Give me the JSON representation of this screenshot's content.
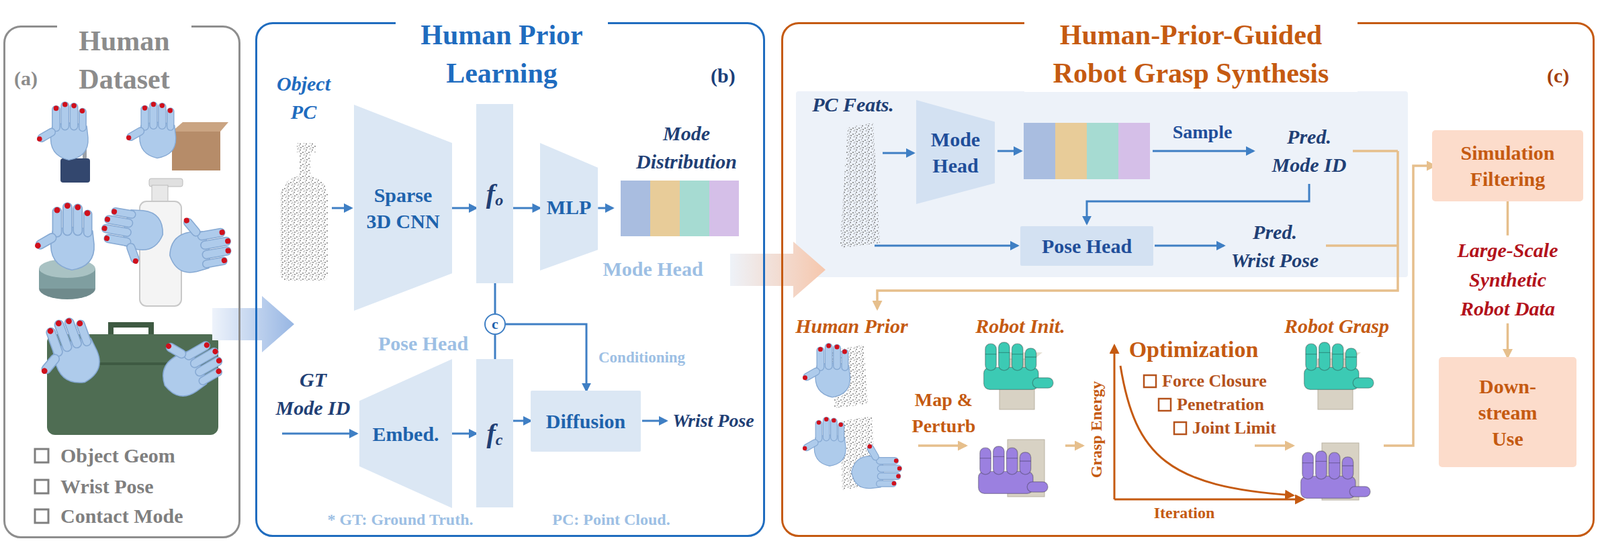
{
  "diagram": {
    "nodes": [
      {
        "text": [
          "Human Dataset",
          "(a)"
        ]
      },
      {
        "text": [
          "Human Prior Learning",
          "(b)"
        ]
      },
      {
        "text": [
          "Sparse 3D CNN"
        ],
        "in": 1
      },
      {
        "text": [
          "f",
          "o"
        ],
        "in": 1
      },
      {
        "text": [
          "MLP"
        ],
        "in": 1
      },
      {
        "text": [
          "Mode Distribution"
        ],
        "in": 1
      },
      {
        "text": [
          "Embed."
        ],
        "in": 1
      },
      {
        "text": [
          "f",
          "c"
        ],
        "in": 1
      },
      {
        "text": [
          "c"
        ],
        "in": 1
      },
      {
        "text": [
          "Diffusion"
        ],
        "in": 1
      },
      {
        "text": [
          "Human-Prior-Guided Robot Grasp Synthesis",
          "(c)"
        ]
      },
      {
        "text": [
          "Mode Head"
        ],
        "in": 10
      },
      {
        "text": [
          "Pose Head"
        ],
        "in": 10
      },
      {
        "text": [
          "Simulation Filtering"
        ],
        "in": 10
      },
      {
        "text": [
          "Down-stream Use"
        ],
        "in": 10
      }
    ],
    "edges": [
      {
        "from": 0,
        "to": 1,
        "arrow": "to"
      },
      {
        "from": 2,
        "to": 3,
        "arrow": "to"
      },
      {
        "from": 3,
        "to": 4,
        "arrow": "to"
      },
      {
        "from": 4,
        "to": 5,
        "arrow": "to"
      },
      {
        "from": 6,
        "to": 7,
        "arrow": "to"
      },
      {
        "from": 3,
        "to": 8,
        "arrow": "none"
      },
      {
        "from": 7,
        "to": 8,
        "arrow": "none"
      },
      {
        "from": 8,
        "to": 9,
        "label": "Conditioning",
        "arrow": "to"
      },
      {
        "from": 7,
        "to": 9,
        "arrow": "to"
      },
      {
        "from": 1,
        "to": 10,
        "arrow": "to"
      },
      {
        "from": 13,
        "to": 14,
        "label": "Large-Scale Synthetic Robot Data",
        "arrow": "to"
      }
    ],
    "labels": [
      "Object Geom",
      "Wrist Pose",
      "Contact Mode",
      "Object PC",
      "Mode Head",
      "Pose Head",
      "GT Mode ID",
      "Wrist Pose",
      "* GT: Ground Truth.",
      "PC: Point Cloud.",
      "PC Feats.",
      "Sample",
      "Pred. Mode ID",
      "Pred. Wrist Pose",
      "Human Prior",
      "Robot Init.",
      "Map & Perturb",
      "Optimization",
      "Force Closure",
      "Penetration",
      "Joint Limit",
      "Grasp Energy",
      "Iteration",
      "Robot Grasp"
    ]
  }
}
